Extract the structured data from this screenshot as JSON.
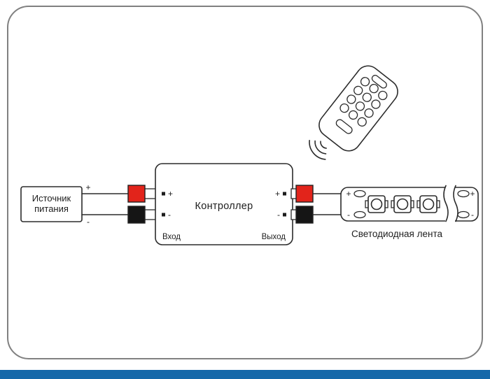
{
  "colors": {
    "red": "#e2241b",
    "black": "#151515",
    "blue": "#1568a9"
  },
  "power_source": {
    "line1": "Источник",
    "line2": "питания"
  },
  "input_wires": {
    "plus": "+",
    "minus": "-"
  },
  "controller": {
    "title": "Контроллер",
    "input_label": "Вход",
    "output_label": "Выход",
    "input_plus": "+",
    "input_minus": "-",
    "output_plus": "+",
    "output_minus": "-"
  },
  "led_strip": {
    "label": "Светодиодная лента",
    "left_plus": "+",
    "left_minus": "-",
    "right_plus": "+",
    "right_minus": "-"
  }
}
